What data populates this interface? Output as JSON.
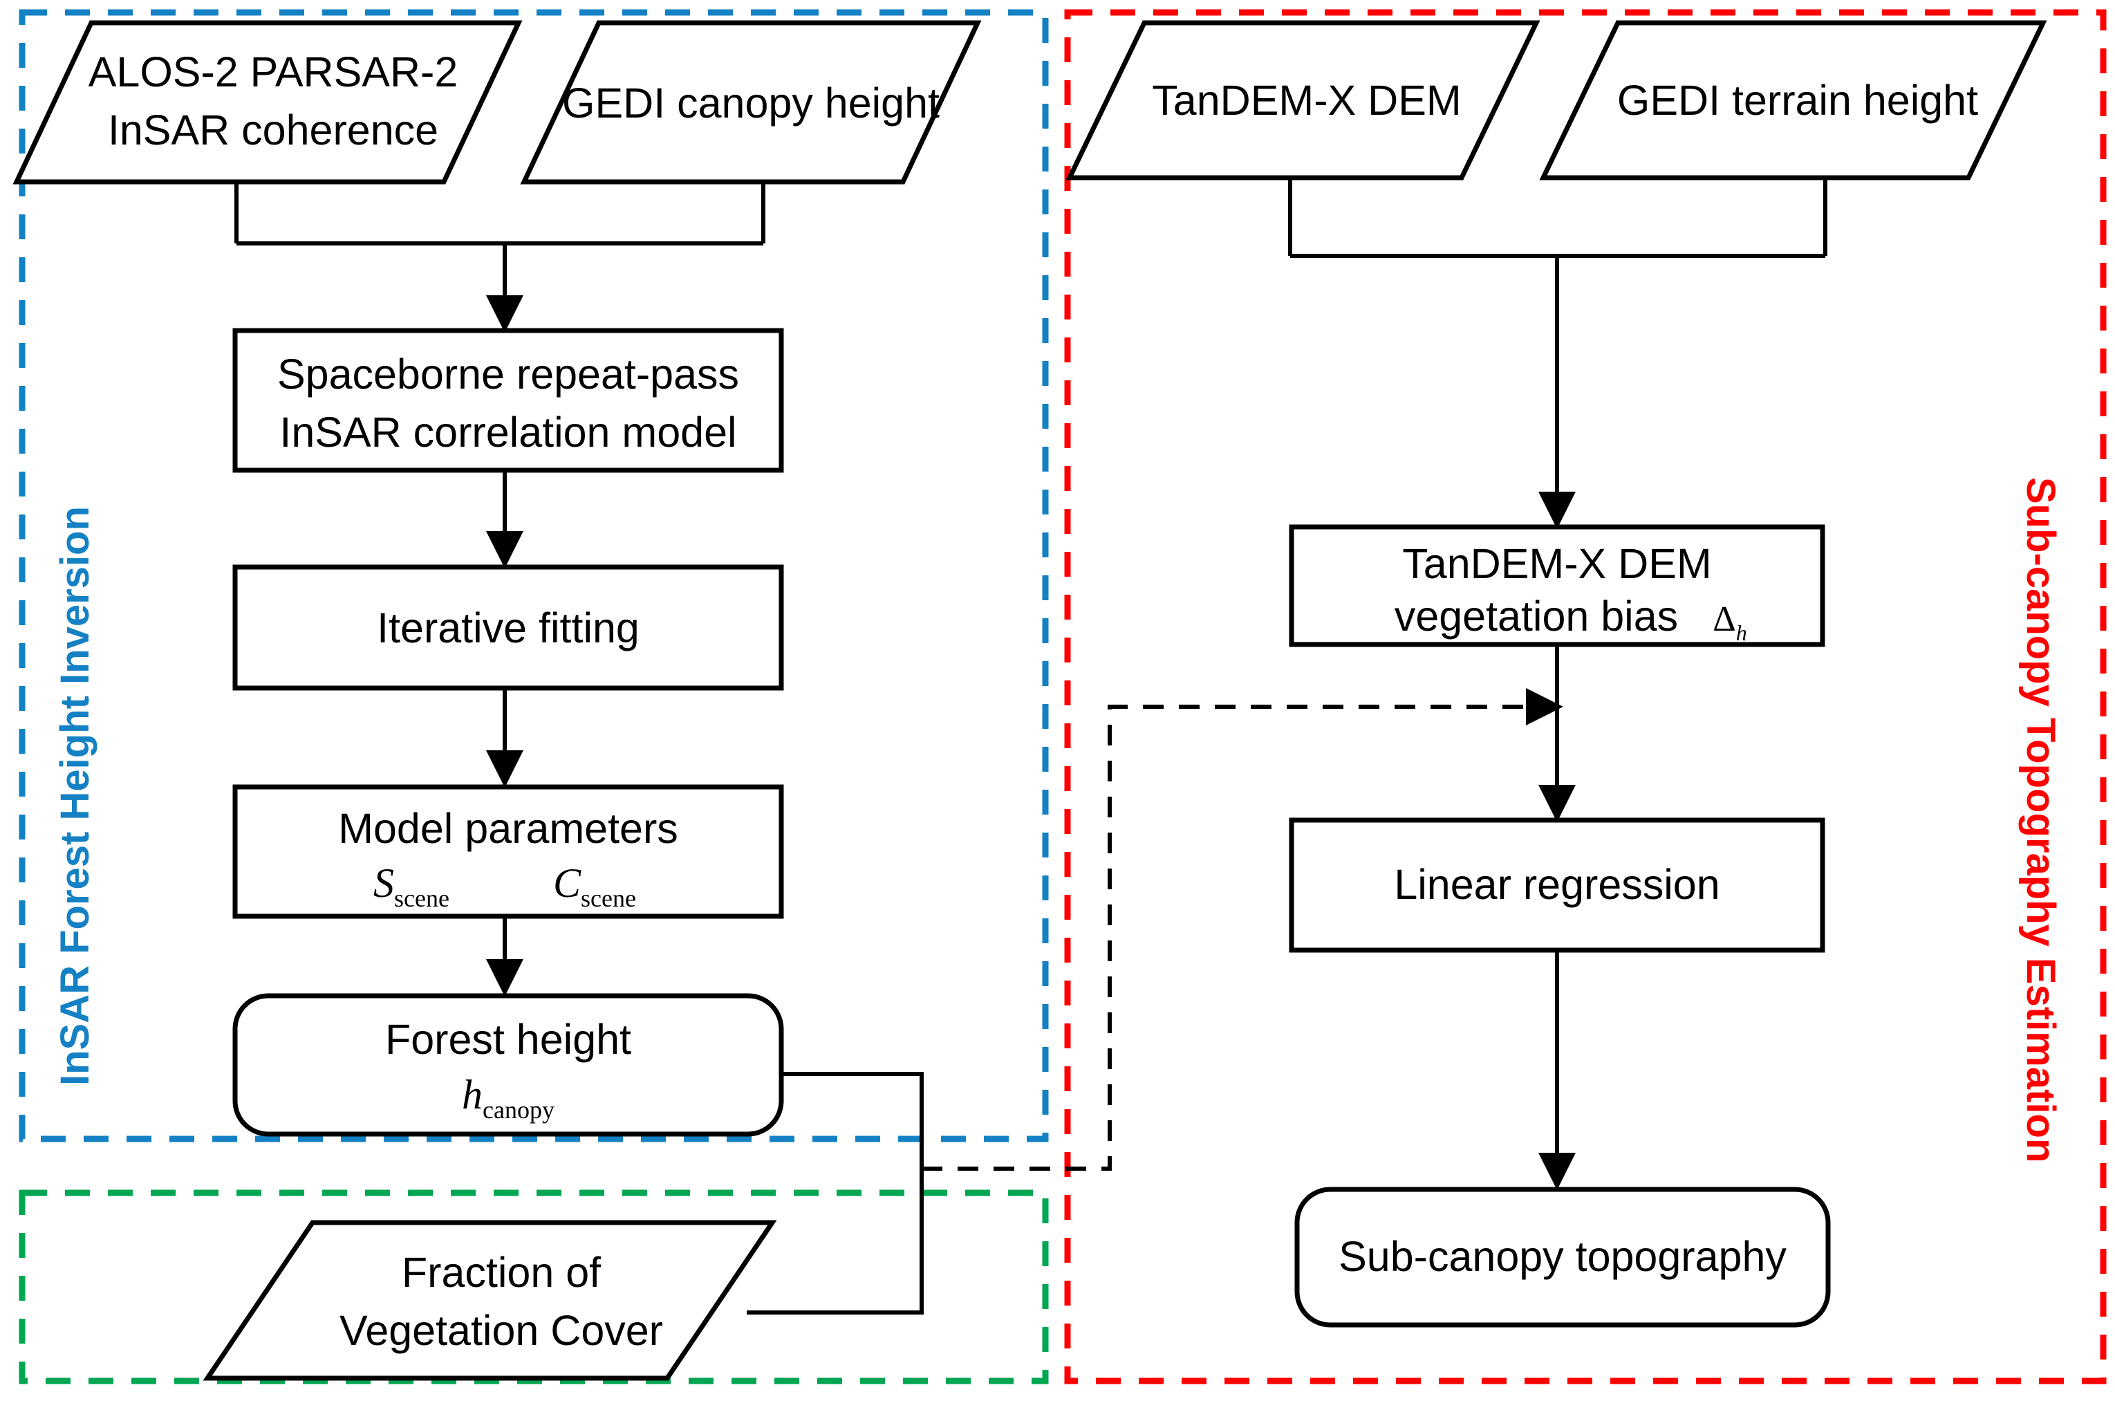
{
  "figure": {
    "type": "flowchart",
    "title_visible": false,
    "background": "#ffffff"
  },
  "colors": {
    "insar_panel": "#1481c4",
    "subcanopy_panel": "#ff0000",
    "fvc_panel": "#00a651",
    "stroke": "#000000"
  },
  "panels": {
    "insar": {
      "label": "InSAR Forest Height Inversion",
      "color": "#1481c4",
      "border_style": "dashed"
    },
    "subcanopy": {
      "label": "Sub-canopy Topography Estimation",
      "color": "#ff0000",
      "border_style": "dashed"
    },
    "fvc": {
      "label": "",
      "color": "#00a651",
      "border_style": "dashed"
    }
  },
  "nodes": {
    "alos2": {
      "label_line1": "ALOS-2 PARSAR-2",
      "label_line2": "InSAR coherence",
      "shape": "parallelogram"
    },
    "gedi_canopy": {
      "label_line1": "GEDI canopy height",
      "label_line2": "",
      "shape": "parallelogram"
    },
    "tandem_dem": {
      "label_line1": "TanDEM-X DEM",
      "label_line2": "",
      "shape": "parallelogram"
    },
    "gedi_terrain": {
      "label_line1": "GEDI terrain height",
      "label_line2": "",
      "shape": "parallelogram"
    },
    "correlation_model": {
      "label_line1": "Spaceborne repeat-pass",
      "label_line2": "InSAR correlation model",
      "shape": "rect"
    },
    "iterative_fitting": {
      "label_line1": "Iterative fitting",
      "label_line2": "",
      "shape": "rect"
    },
    "model_parameters": {
      "label_line1": "Model parameters",
      "sym1_base": "S",
      "sym1_sub": "scene",
      "sym2_base": "C",
      "sym2_sub": "scene",
      "shape": "rect"
    },
    "forest_height": {
      "label_line1": "Forest height",
      "sym_base": "h",
      "sym_sub": "canopy",
      "shape": "rounded-rect"
    },
    "veg_bias": {
      "label_line1": "TanDEM-X DEM",
      "label_line2": "vegetation bias",
      "sym_base": "Δ",
      "sym_sub": "h",
      "shape": "rect"
    },
    "linear_regression": {
      "label_line1": "Linear regression",
      "label_line2": "",
      "shape": "rect"
    },
    "subcanopy_topo": {
      "label_line1": "Sub-canopy topography",
      "label_line2": "",
      "shape": "rounded-rect"
    },
    "fvc": {
      "label_line1": "Fraction of",
      "label_line2": "Vegetation Cover",
      "shape": "parallelogram"
    }
  },
  "edges": [
    {
      "from": "alos2+gedi_canopy",
      "to": "correlation_model",
      "style": "solid",
      "arrow": true
    },
    {
      "from": "correlation_model",
      "to": "iterative_fitting",
      "style": "solid",
      "arrow": true
    },
    {
      "from": "iterative_fitting",
      "to": "model_parameters",
      "style": "solid",
      "arrow": true
    },
    {
      "from": "model_parameters",
      "to": "forest_height",
      "style": "solid",
      "arrow": true
    },
    {
      "from": "forest_height",
      "to": "fvc",
      "style": "solid",
      "arrow": false
    },
    {
      "from": "forest_height",
      "to": "linear_regression",
      "style": "dashed",
      "arrow": true
    },
    {
      "from": "tandem_dem+gedi_terrain",
      "to": "veg_bias",
      "style": "solid",
      "arrow": true
    },
    {
      "from": "veg_bias",
      "to": "linear_regression",
      "style": "solid",
      "arrow": true
    },
    {
      "from": "linear_regression",
      "to": "subcanopy_topo",
      "style": "solid",
      "arrow": true
    }
  ]
}
